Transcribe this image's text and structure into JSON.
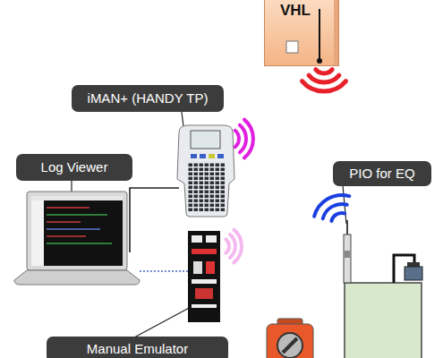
{
  "diagram": {
    "nodes": [
      {
        "text": [
          "VHL"
        ]
      },
      {
        "text": [
          "iMAN+ (HANDY TP)"
        ]
      },
      {
        "text": [
          "Log Viewer"
        ]
      },
      {
        "text": [
          "PIO for EQ"
        ]
      },
      {
        "text": [
          "Manual Emulator"
        ]
      }
    ]
  }
}
